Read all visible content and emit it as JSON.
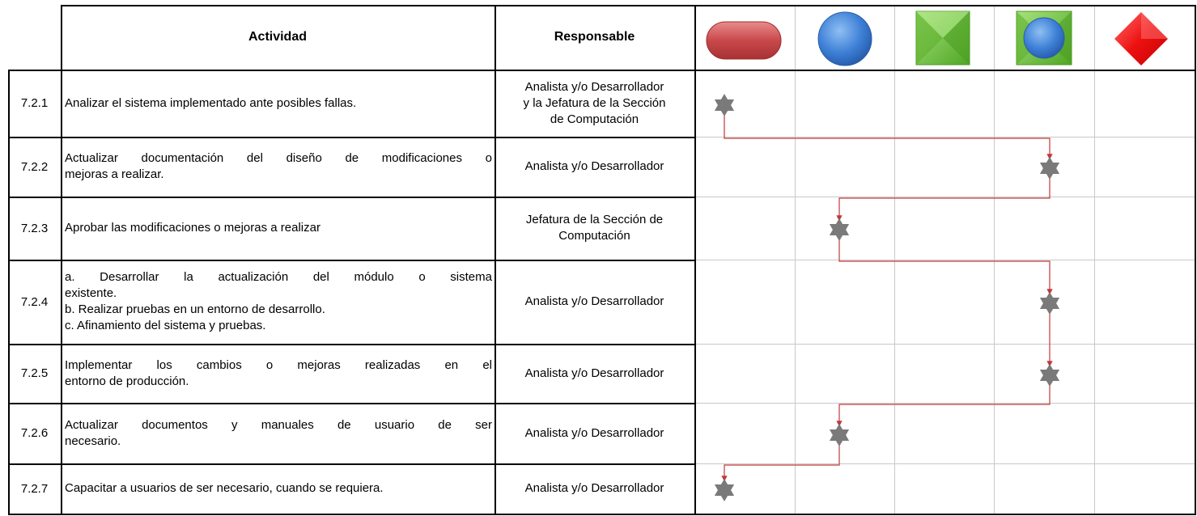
{
  "header": {
    "activity_label": "Actividad",
    "responsible_label": "Responsable",
    "symbols": [
      "terminal-symbol",
      "circle-symbol",
      "process-square-symbol",
      "subprocess-square-symbol",
      "decision-diamond-symbol"
    ]
  },
  "rows": [
    {
      "num": "7.2.1",
      "activity": [
        "Analizar el sistema implementado ante posibles fallas."
      ],
      "responsible": [
        "Analista y/o Desarrollador",
        "y la Jefatura de la Sección",
        "de Computación"
      ],
      "column": 0
    },
    {
      "num": "7.2.2",
      "activity": [
        "Actualizar documentación del diseño de modificaciones o",
        "mejoras a realizar."
      ],
      "responsible": [
        "Analista y/o Desarrollador"
      ],
      "column": 3
    },
    {
      "num": "7.2.3",
      "activity": [
        "Aprobar las modificaciones o mejoras a realizar"
      ],
      "responsible": [
        "Jefatura de la Sección de",
        "Computación"
      ],
      "column": 1
    },
    {
      "num": "7.2.4",
      "activity": [
        "a. Desarrollar la actualización del módulo o sistema",
        "existente.",
        "b. Realizar pruebas en un entorno de desarrollo.",
        "c. Afinamiento del sistema y pruebas."
      ],
      "responsible": [
        "Analista y/o Desarrollador"
      ],
      "column": 3
    },
    {
      "num": "7.2.5",
      "activity": [
        "Implementar los cambios o mejoras realizadas en el",
        "entorno de producción."
      ],
      "responsible": [
        "Analista y/o Desarrollador"
      ],
      "column": 3
    },
    {
      "num": "7.2.6",
      "activity": [
        "Actualizar documentos y manuales de usuario de ser",
        "necesario."
      ],
      "responsible": [
        "Analista y/o Desarrollador"
      ],
      "column": 1
    },
    {
      "num": "7.2.7",
      "activity": [
        "Capacitar a usuarios de ser necesario, cuando se requiera."
      ],
      "responsible": [
        "Analista y/o Desarrollador"
      ],
      "column": 0
    }
  ],
  "colors": {
    "connector": "#c0393b",
    "marker": "#7a7a7a",
    "terminal": "#c9494b",
    "circle": "#3d7fd6",
    "square": "#6cc23a",
    "diamond": "#ee1111"
  }
}
